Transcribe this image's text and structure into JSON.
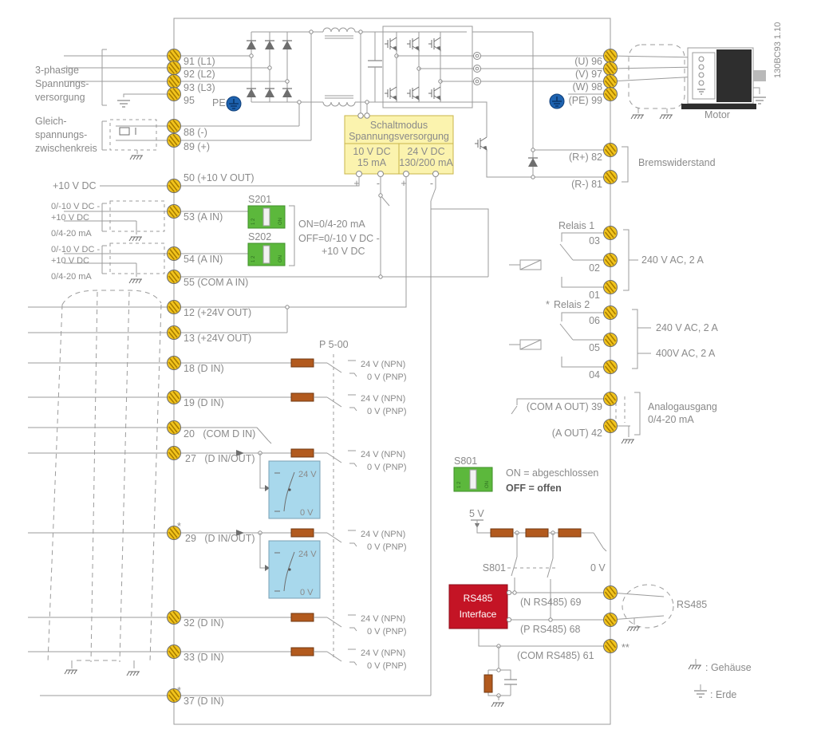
{
  "doc_code": "130BC93 1.10",
  "colors": {
    "terminal_yellow": "#f2c41d",
    "pe_blue": "#1e63b0",
    "switch_green": "#5cb83c",
    "smps_yellow": "#fbf3ae",
    "dout_blue": "#a8d8ec",
    "rs485_red": "#c41425",
    "resistor_brown": "#b25a1e",
    "wire_gray": "#9b9b9b"
  },
  "labels": {
    "supply1": "3-phasige",
    "supply2": "Spannungs-",
    "supply3": "versorgung",
    "dclink1": "Gleich-",
    "dclink2": "spannungs-",
    "dclink3": "zwischenkreis",
    "plus10v": "+10 V DC",
    "ain_a": "0/-10 V DC -",
    "ain_b": "+10 V DC",
    "ain_range": "0/4-20 mA",
    "t91": "91 (L1)",
    "t92": "92 (L2)",
    "t93": "93 (L3)",
    "t95": "95",
    "pe": "PE",
    "t88": "88 (-)",
    "t89": "89 (+)",
    "t50": "50 (+10 V OUT)",
    "t53": "53 (A IN)",
    "t54": "54 (A IN)",
    "t55": "55 (COM A IN)",
    "t12": "12 (+24V OUT)",
    "t13": "13 (+24V OUT)",
    "t18": "18 (D IN)",
    "t19": "19 (D IN)",
    "t20": "20   (COM D IN)",
    "t27": "27   (D IN/OUT)",
    "t29": "29   (D IN/OUT)",
    "t32": "32 (D IN)",
    "t33": "33 (D IN)",
    "t37": "37 (D IN)",
    "star": "*",
    "dblstar": "**",
    "s201": "S201",
    "s202": "S202",
    "s801": "S801",
    "dip12": "1 2",
    "dipon": "ON",
    "sw_on": "ON=0/4-20 mA",
    "sw_off1": "OFF=0/-10 V DC -",
    "sw_off2": "+10 V DC",
    "p500": "P 5-00",
    "npn": "24 V (NPN)",
    "pnp": "0 V (PNP)",
    "v24": "24 V",
    "v0": "0 V",
    "v5": "5 V",
    "smps1": "Schaltmodus",
    "smps2": "Spannungsversorgung",
    "smps3": "10 V DC",
    "smps4": "15 mA",
    "smps5": "24 V DC",
    "smps6": "130/200 mA",
    "plus": "+",
    "minus": "-",
    "t96": "(U) 96",
    "t97": "(V) 97",
    "t98": "(W) 98",
    "t99": "(PE) 99",
    "motor": "Motor",
    "t82": "(R+) 82",
    "t81": "(R-) 81",
    "brems": "Bremswiderstand",
    "relais1": "Relais 1",
    "relais2": "Relais 2",
    "r03": "03",
    "r02": "02",
    "r01": "01",
    "r06": "06",
    "r05": "05",
    "r04": "04",
    "rating240": "240 V AC, 2 A",
    "rating400": "400V AC, 2 A",
    "t39": "(COM A OUT) 39",
    "t42": "(A OUT) 42",
    "aout": "Analogausgang",
    "s801_on": "ON = abgeschlossen",
    "s801_off": "OFF = offen",
    "t69": "(N RS485) 69",
    "t68": "(P RS485) 68",
    "t61": "(COM RS485) 61",
    "rs485_1": "RS485",
    "rs485_2": "Interface",
    "rs485": "RS485",
    "legend_chassis": ": Gehäuse",
    "legend_earth": ": Erde"
  }
}
